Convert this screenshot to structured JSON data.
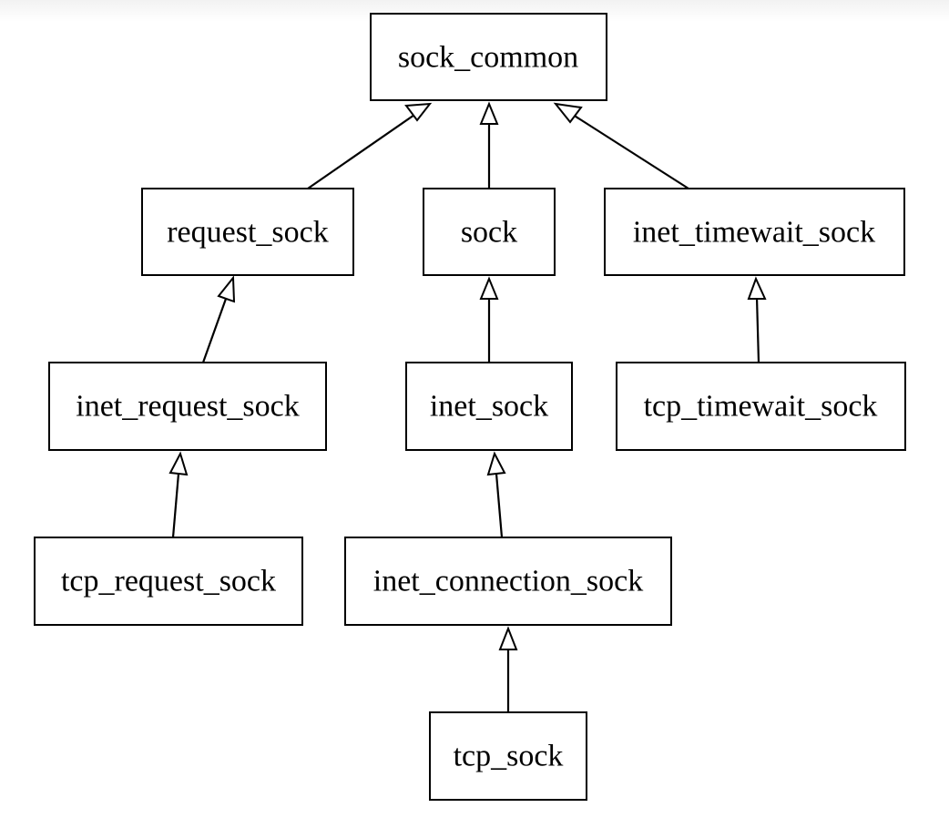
{
  "diagram": {
    "nodes": [
      {
        "id": "sock_common",
        "label": "sock_common"
      },
      {
        "id": "request_sock",
        "label": "request_sock"
      },
      {
        "id": "sock",
        "label": "sock"
      },
      {
        "id": "inet_timewait_sock",
        "label": "inet_timewait_sock"
      },
      {
        "id": "inet_request_sock",
        "label": "inet_request_sock"
      },
      {
        "id": "inet_sock",
        "label": "inet_sock"
      },
      {
        "id": "tcp_timewait_sock",
        "label": "tcp_timewait_sock"
      },
      {
        "id": "tcp_request_sock",
        "label": "tcp_request_sock"
      },
      {
        "id": "inet_connection_sock",
        "label": "inet_connection_sock"
      },
      {
        "id": "tcp_sock",
        "label": "tcp_sock"
      }
    ],
    "edges": [
      {
        "from": "request_sock",
        "to": "sock_common",
        "type": "inheritance"
      },
      {
        "from": "sock",
        "to": "sock_common",
        "type": "inheritance"
      },
      {
        "from": "inet_timewait_sock",
        "to": "sock_common",
        "type": "inheritance"
      },
      {
        "from": "inet_request_sock",
        "to": "request_sock",
        "type": "inheritance"
      },
      {
        "from": "inet_sock",
        "to": "sock",
        "type": "inheritance"
      },
      {
        "from": "tcp_timewait_sock",
        "to": "inet_timewait_sock",
        "type": "inheritance"
      },
      {
        "from": "tcp_request_sock",
        "to": "inet_request_sock",
        "type": "inheritance"
      },
      {
        "from": "inet_connection_sock",
        "to": "inet_sock",
        "type": "inheritance"
      },
      {
        "from": "tcp_sock",
        "to": "inet_connection_sock",
        "type": "inheritance"
      }
    ]
  }
}
